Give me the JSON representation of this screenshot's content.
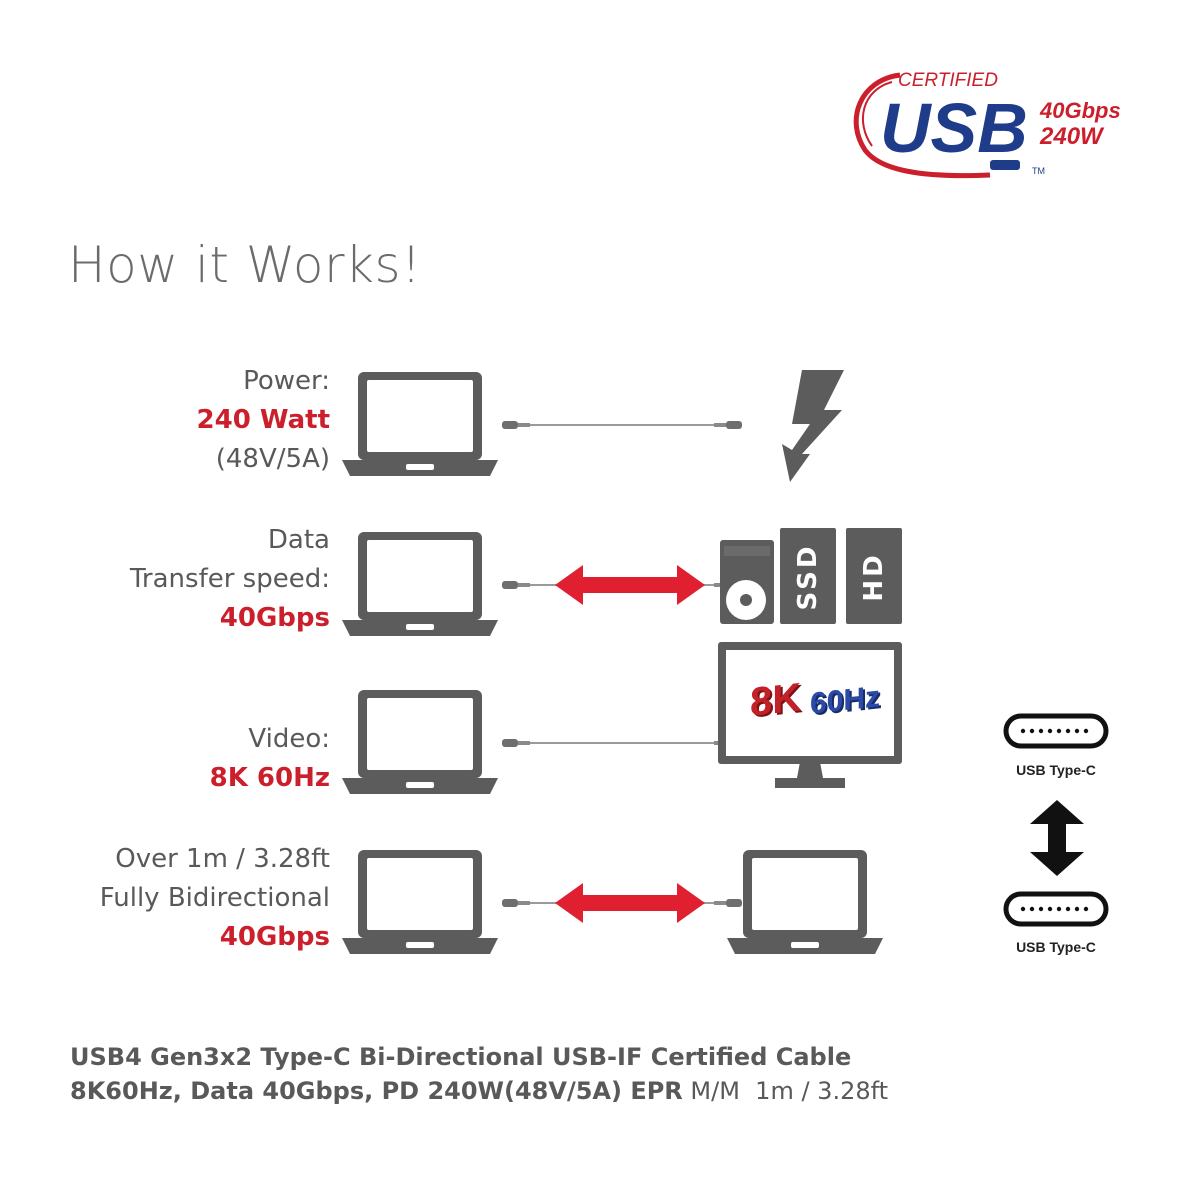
{
  "logo": {
    "certified": "CERTIFIED",
    "usb": "USB",
    "speed": "40Gbps",
    "power": "240W",
    "tm": "TM"
  },
  "title": "How it Works!",
  "rows": [
    {
      "lines": [
        "Power:",
        "240 Watt",
        "(48V/5A)"
      ],
      "highlight": 1
    },
    {
      "lines": [
        "Data",
        "Transfer speed:",
        "40Gbps"
      ],
      "highlight": 2
    },
    {
      "lines": [
        "Video:",
        "8K 60Hz"
      ],
      "highlight": 1
    },
    {
      "lines": [
        "Over 1m / 3.28ft",
        "Fully Bidirectional",
        "40Gbps"
      ],
      "highlight": 2
    }
  ],
  "storage": {
    "ssd": "SSD",
    "hd": "HD"
  },
  "monitor": {
    "eightk": "8K",
    "hz": "60Hz"
  },
  "connectors": {
    "top": "USB Type-C",
    "bottom": "USB Type-C"
  },
  "footer": {
    "line1": "USB4 Gen3x2 Type-C Bi-Directional USB-IF Certified Cable",
    "line2_bold": "8K60Hz, Data 40Gbps, PD 240W(48V/5A) EPR",
    "line2_rest": " M/M  1m / 3.28ft"
  },
  "colors": {
    "accent_red": "#cc1f2c",
    "usb_blue": "#1f3c8a",
    "device_gray": "#5c5c5c"
  }
}
